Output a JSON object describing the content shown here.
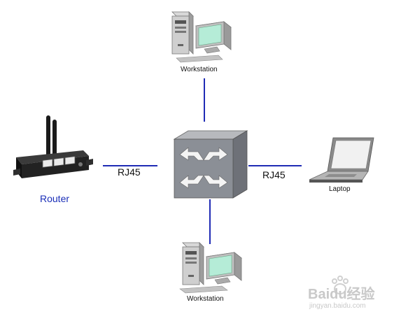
{
  "diagram": {
    "top_workstation": {
      "label": "Workstation"
    },
    "bottom_workstation": {
      "label": "Workstation"
    },
    "router": {
      "label": "Router"
    },
    "switch": {
      "icon": "switch-icon"
    },
    "laptop": {
      "label": "Laptop"
    },
    "links": {
      "router_switch": "RJ45",
      "switch_laptop": "RJ45"
    }
  },
  "watermark": {
    "logo_text": "Baidu经验",
    "url": "jingyan.baidu.com"
  },
  "colors": {
    "line": "#1f2bb5",
    "router_label": "#1b2fb8",
    "switch_face": "#8b8f96"
  }
}
